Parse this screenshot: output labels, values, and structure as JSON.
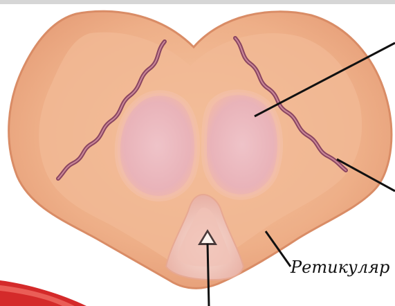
{
  "figure": {
    "label_reticular": "Ретикуляр",
    "colors": {
      "tissue_outer": "#e6a47e",
      "tissue_inner": "#f0b48f",
      "nucleus": "#e8b3b4",
      "fissure": "#7a3a52",
      "ventricle": "#f2c8c0",
      "leader_line": "#111111",
      "red_band": "#d42a2a"
    },
    "icons": [
      "pointer-lines",
      "ventricle-triangle"
    ]
  }
}
